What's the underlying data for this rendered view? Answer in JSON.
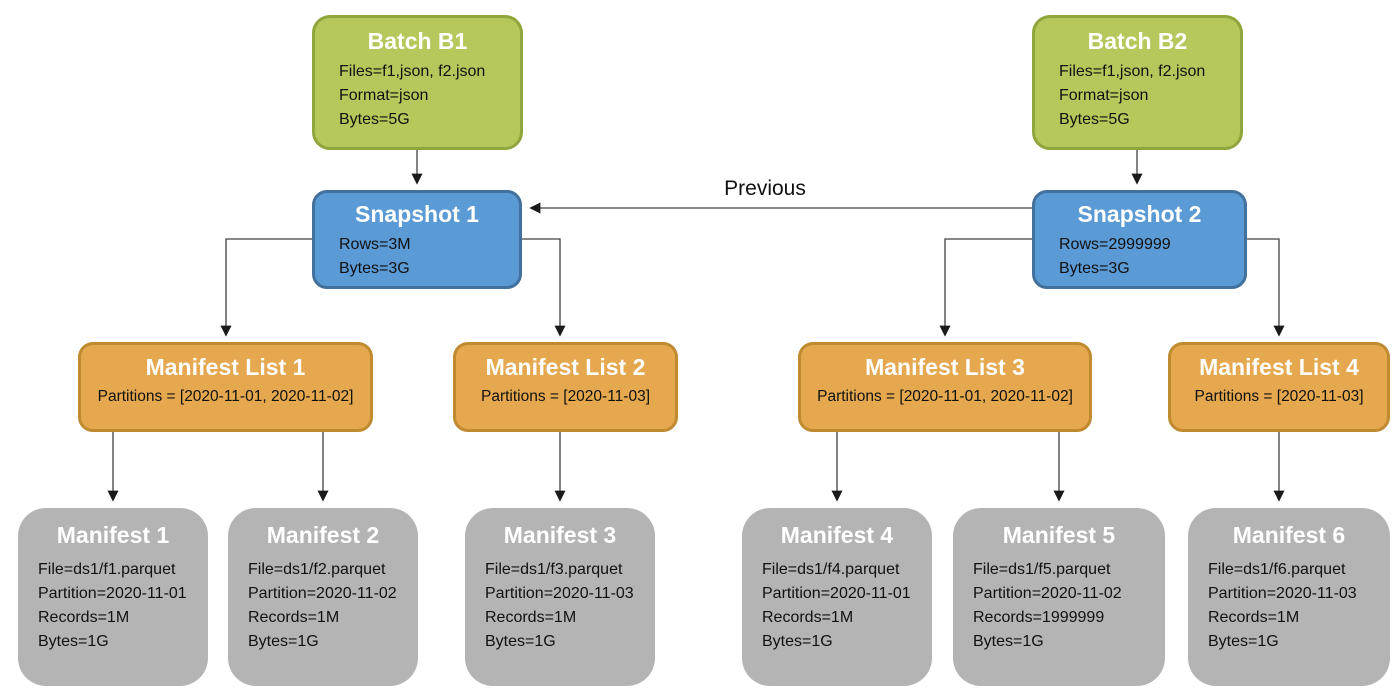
{
  "diagram": {
    "previous_label": "Previous",
    "batches": [
      {
        "title": "Batch B1",
        "lines": [
          "Files=f1,json, f2.json",
          "Format=json",
          "Bytes=5G"
        ]
      },
      {
        "title": "Batch B2",
        "lines": [
          "Files=f1,json, f2.json",
          "Format=json",
          "Bytes=5G"
        ]
      }
    ],
    "snapshots": [
      {
        "title": "Snapshot 1",
        "lines": [
          "Rows=3M",
          "Bytes=3G"
        ]
      },
      {
        "title": "Snapshot 2",
        "lines": [
          "Rows=2999999",
          "Bytes=3G"
        ]
      }
    ],
    "manifest_lists": [
      {
        "title": "Manifest List 1",
        "partitions": "Partitions = [2020-11-01, 2020-11-02]"
      },
      {
        "title": "Manifest List 2",
        "partitions": "Partitions = [2020-11-03]"
      },
      {
        "title": "Manifest List 3",
        "partitions": "Partitions = [2020-11-01, 2020-11-02]"
      },
      {
        "title": "Manifest List 4",
        "partitions": "Partitions = [2020-11-03]"
      }
    ],
    "manifests": [
      {
        "title": "Manifest 1",
        "lines": [
          "File=ds1/f1.parquet",
          "Partition=2020-11-01",
          "Records=1M",
          "Bytes=1G"
        ]
      },
      {
        "title": "Manifest 2",
        "lines": [
          "File=ds1/f2.parquet",
          "Partition=2020-11-02",
          "Records=1M",
          "Bytes=1G"
        ]
      },
      {
        "title": "Manifest 3",
        "lines": [
          "File=ds1/f3.parquet",
          "Partition=2020-11-03",
          "Records=1M",
          "Bytes=1G"
        ]
      },
      {
        "title": "Manifest 4",
        "lines": [
          "File=ds1/f4.parquet",
          "Partition=2020-11-01",
          "Records=1M",
          "Bytes=1G"
        ]
      },
      {
        "title": "Manifest 5",
        "lines": [
          "File=ds1/f5.parquet",
          "Partition=2020-11-02",
          "Records=1999999",
          "Bytes=1G"
        ]
      },
      {
        "title": "Manifest 6",
        "lines": [
          "File=ds1/f6.parquet",
          "Partition=2020-11-03",
          "Records=1M",
          "Bytes=1G"
        ]
      }
    ],
    "colors": {
      "batch_fill": "#b6c75b",
      "batch_border": "#90a53b",
      "snapshot_fill": "#5b9bd5",
      "snapshot_border": "#41719c",
      "manifest_list_fill": "#e5a84e",
      "manifest_list_border": "#c08a2e",
      "manifest_fill": "#b4b4b4",
      "title_text": "#ffffff",
      "body_text": "#111111",
      "connector": "#404040"
    }
  }
}
